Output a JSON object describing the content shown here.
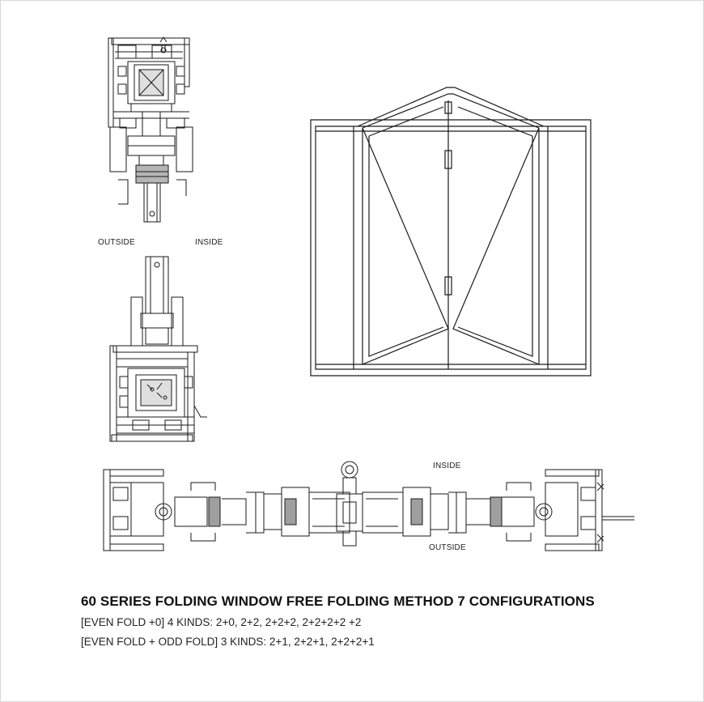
{
  "labels": {
    "outside_vertical": "OUTSIDE",
    "inside_vertical": "INSIDE",
    "inside_horizontal": "INSIDE",
    "outside_horizontal": "OUTSIDE"
  },
  "caption": {
    "title": "60 SERIES FOLDING WINDOW FREE FOLDING METHOD 7 CONFIGURATIONS",
    "line1": "[EVEN FOLD +0] 4 KINDS: 2+0, 2+2, 2+2+2, 2+2+2+2 +2",
    "line2": "[EVEN FOLD + ODD FOLD] 3 KINDS: 2+1, 2+2+1, 2+2+2+1"
  },
  "colors": {
    "line": "#1a1a1a",
    "fill_dark": "#2a2a2a",
    "background": "#ffffff"
  }
}
